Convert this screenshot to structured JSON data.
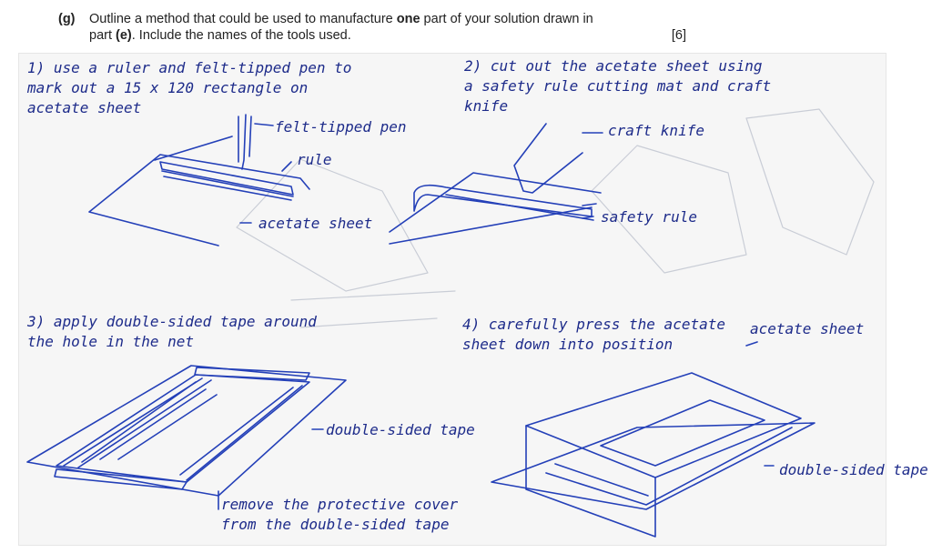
{
  "question": {
    "number": "(g)",
    "line1_a": "Outline a method that could be used to manufacture ",
    "line1_bold": "one",
    "line1_b": " part of your solution drawn in",
    "line2_a": "part ",
    "line2_bold": "(e)",
    "line2_b": ". Include the names of the tools used.",
    "marks": "[6]"
  },
  "steps": {
    "s1": [
      "1) use a ruler and felt-tipped pen to",
      "mark out a 15 x 120 rectangle on",
      "acetate sheet"
    ],
    "s2": [
      "2) cut out the acetate sheet using",
      "a safety rule cutting mat and craft",
      "knife"
    ],
    "s3": [
      "3) apply double-sided tape around",
      "the hole in the net"
    ],
    "s4": [
      "4) carefully press the acetate",
      "sheet down into position"
    ]
  },
  "labels": {
    "felt_tipped_pen": "felt-tipped pen",
    "rule": "rule",
    "acetate_sheet_1": "acetate sheet",
    "craft_knife": "craft knife",
    "safety_rule": "safety rule",
    "double_sided_tape_3": "double-sided tape",
    "remove_cover": [
      "remove the protective cover",
      "from the double-sided tape"
    ],
    "acetate_sheet_4": "acetate sheet",
    "double_sided_tape_4": "double-sided tape"
  }
}
